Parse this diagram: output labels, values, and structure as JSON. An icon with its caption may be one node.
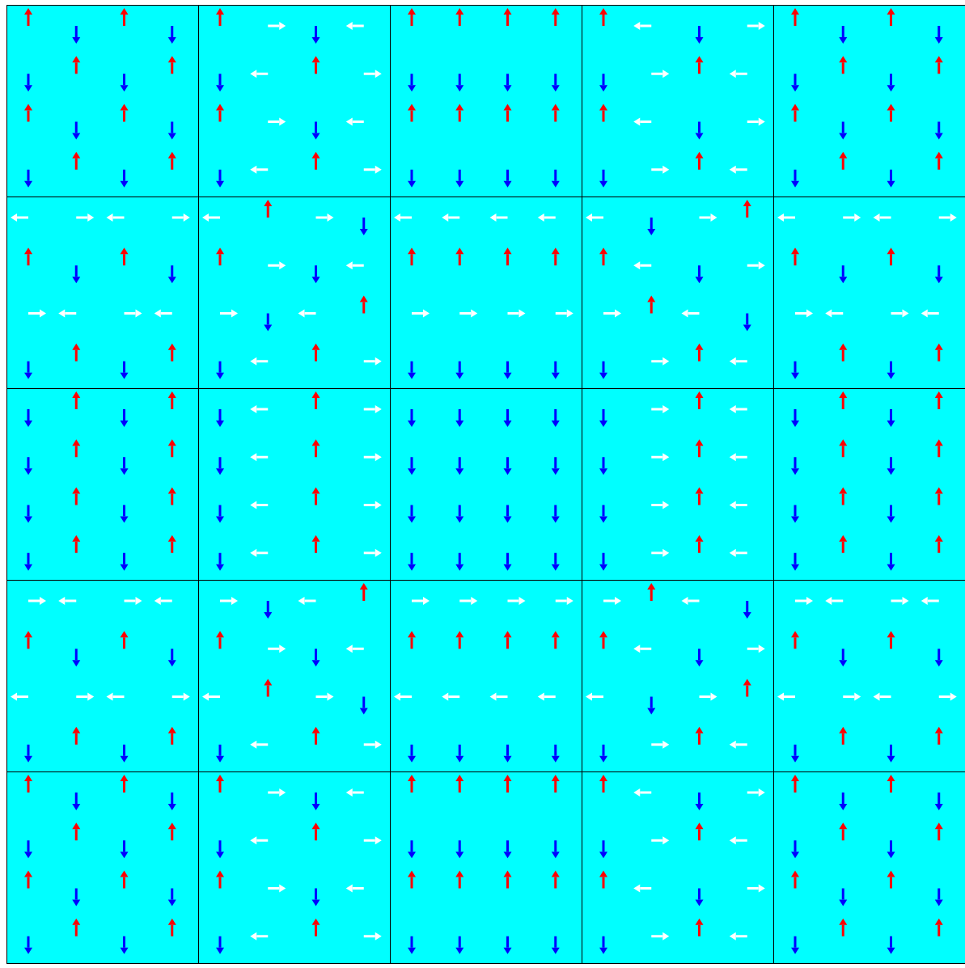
{
  "diagram": {
    "nodes": [
      {
        "text": [],
        "shape": "box"
      },
      {
        "text": [],
        "shape": "box"
      },
      {
        "text": [],
        "shape": "box"
      },
      {
        "text": [],
        "shape": "box"
      },
      {
        "text": [],
        "shape": "box"
      },
      {
        "text": [],
        "shape": "box"
      },
      {
        "text": [],
        "shape": "box"
      },
      {
        "text": [],
        "shape": "box"
      },
      {
        "text": [],
        "shape": "box"
      },
      {
        "text": [],
        "shape": "box"
      },
      {
        "text": [],
        "shape": "box"
      },
      {
        "text": [],
        "shape": "box"
      },
      {
        "text": [],
        "shape": "box"
      },
      {
        "text": [],
        "shape": "box"
      },
      {
        "text": [],
        "shape": "box"
      },
      {
        "text": [],
        "shape": "box"
      },
      {
        "text": [],
        "shape": "box"
      },
      {
        "text": [],
        "shape": "box"
      },
      {
        "text": [],
        "shape": "box"
      },
      {
        "text": [],
        "shape": "box"
      },
      {
        "text": [],
        "shape": "box"
      },
      {
        "text": [],
        "shape": "box"
      },
      {
        "text": [],
        "shape": "box"
      },
      {
        "text": [],
        "shape": "box"
      },
      {
        "text": [],
        "shape": "box"
      }
    ]
  }
}
